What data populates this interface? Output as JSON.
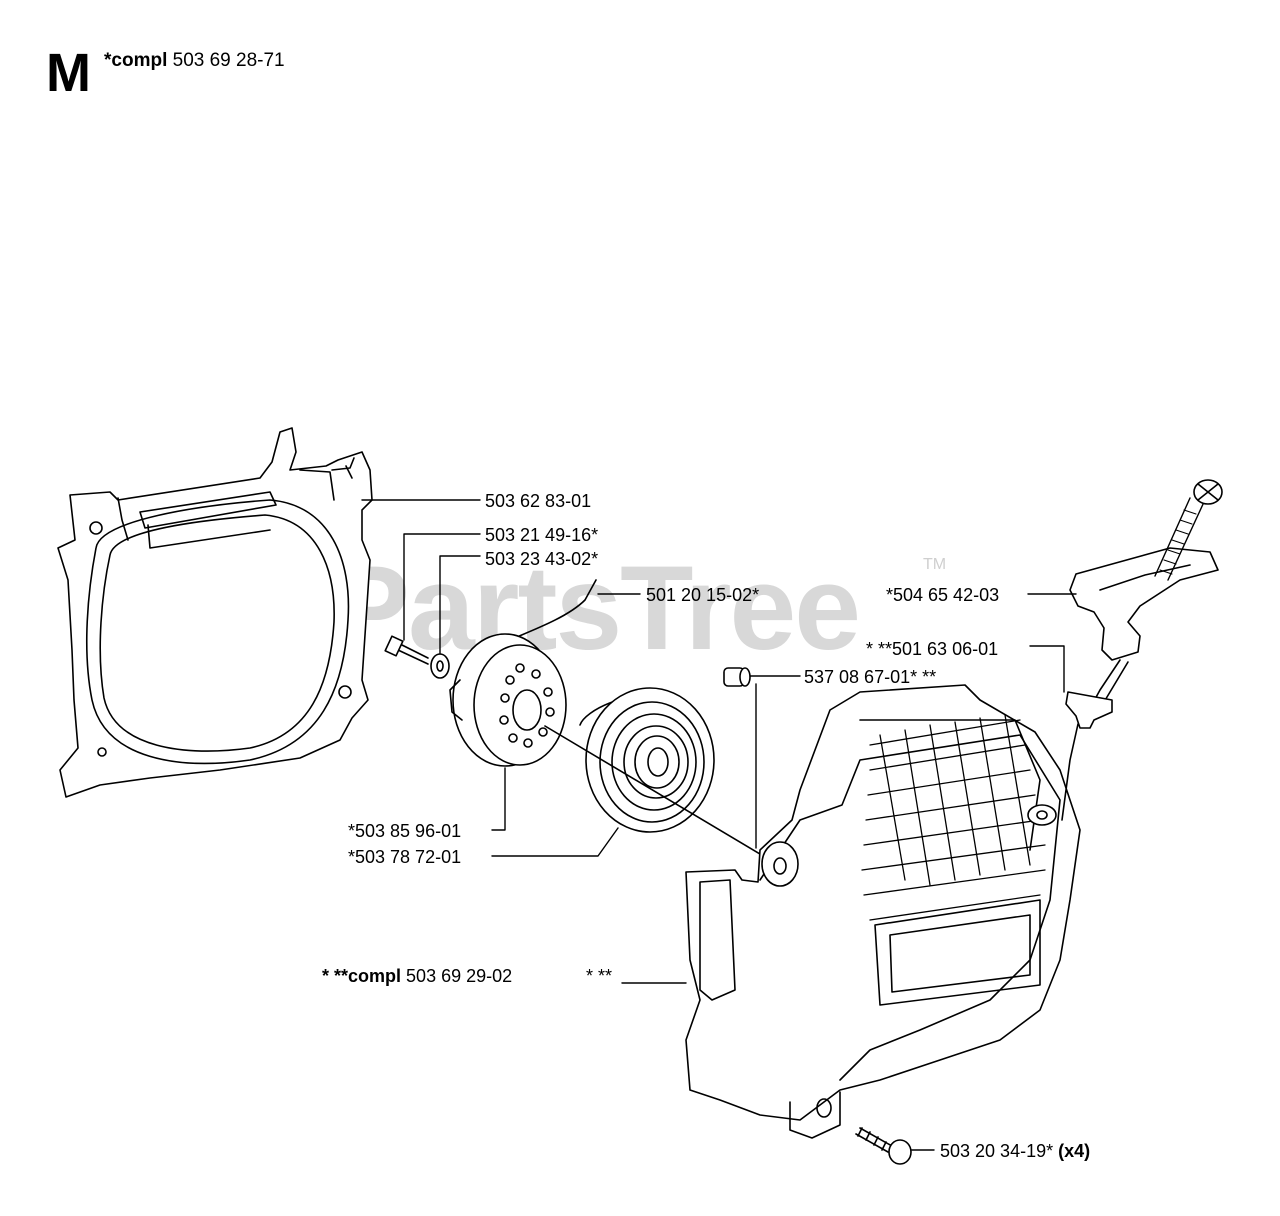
{
  "header": {
    "section_letter": "M",
    "note_prefix": "*compl",
    "note_part": "503 69 28-71"
  },
  "watermark": {
    "text": "PartsTree",
    "tm": "TM"
  },
  "callouts": {
    "c1": "503 62 83-01",
    "c2": "503 21 49-16*",
    "c3": "503 23 43-02*",
    "c4": "501 20 15-02*",
    "c5": "*504 65 42-03",
    "c6": "* **501 63 06-01",
    "c7": "537 08 67-01* **",
    "c8": "*503 85 96-01",
    "c9": "*503 78 72-01",
    "c10_prefix": "* **compl",
    "c10_part": "503 69 29-02",
    "c10_suffix": "* **",
    "c11_part": "503 20 34-19*",
    "c11_qty": "(x4)"
  },
  "colors": {
    "line": "#000000",
    "part_fill": "#ffffff",
    "watermark": "#d8d8d8"
  }
}
